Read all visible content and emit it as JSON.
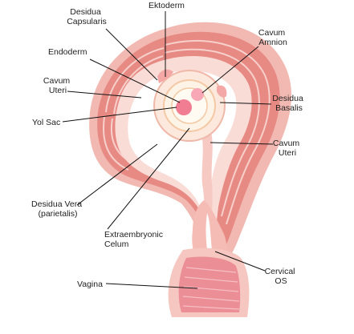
{
  "labels": {
    "ektoderm": "Ektoderm",
    "desidua_capsularis": [
      "Desidua",
      "Capsularis"
    ],
    "cavum_amnion": [
      "Cavum",
      "Amnion"
    ],
    "endoderm": "Endoderm",
    "cavum_uteri_left": [
      "Cavum",
      "Uteri"
    ],
    "desidua_basalis": [
      "Desidua",
      "Basalis"
    ],
    "yol_sac": "Yol Sac",
    "cavum_uteri_right": [
      "Cavum",
      "Uteri"
    ],
    "desidua_vera": [
      "Desidua Vera",
      "(parietalis)"
    ],
    "extraembryonic_celum": [
      "Extraembryonic",
      "Celum"
    ],
    "cervical_os": [
      "Cervical",
      "OS"
    ],
    "vagina": "Vagina"
  },
  "colors": {
    "outer_wall": "#f2b9b2",
    "muscle_layer": "#e88a84",
    "muscle_stripe": "#f7d0cb",
    "decidua": "#fadcd6",
    "cavity": "#ffffff",
    "sac_ring": "#f4c9a6",
    "yolk_sac": "#f07d92",
    "vagina": "#ec8e96",
    "leader": "#111111",
    "text": "#222222"
  }
}
